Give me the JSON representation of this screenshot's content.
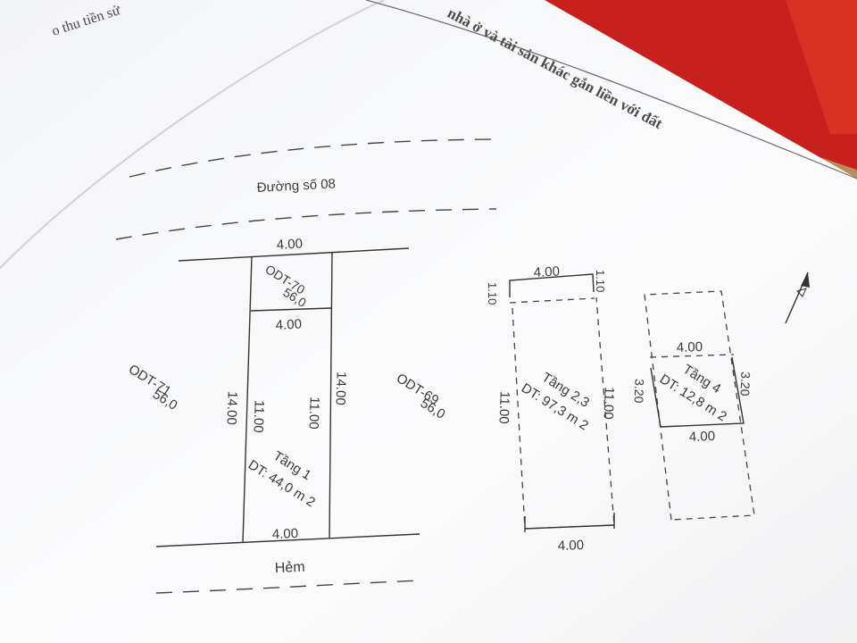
{
  "header": {
    "top_left_text": "o thu tiền sử",
    "top_right_text": "nhà ở và tài sản khác gắn liền với đất"
  },
  "site_plan": {
    "road_label": "Đường số 08",
    "alley_label": "Hẻm",
    "lot_main": {
      "code": "ODT-70",
      "area": "56,0",
      "top_width": "4.00",
      "inner_width": "4.00",
      "bottom_width": "4.00",
      "left_length": "14.00",
      "right_length": "14.00",
      "inner_left_length": "11.00",
      "inner_right_length": "11.00",
      "floor_label": "Tầng 1",
      "floor_area": "DT: 44,0 m 2"
    },
    "lot_left": {
      "code": "ODT-71",
      "area": "56,0"
    },
    "lot_right": {
      "code": "ODT-69",
      "area": "56,0"
    }
  },
  "floor_23": {
    "label": "Tầng 2,3",
    "area": "DT: 97,3 m 2",
    "top_width": "4.00",
    "bottom_width": "4.00",
    "left_offset": "1.10",
    "right_offset": "1.10",
    "left_length": "11.00",
    "right_length": "11.00"
  },
  "floor_4": {
    "label": "Tầng 4",
    "area": "DT: 12,8 m 2",
    "top_width": "4.00",
    "bottom_width": "4.00",
    "left_length": "3.20",
    "right_length": "3.20"
  },
  "colors": {
    "paper": "#f7f7f9",
    "background_red": "#c8201c",
    "background_wood": "#b98d5a",
    "ink": "#333333"
  }
}
